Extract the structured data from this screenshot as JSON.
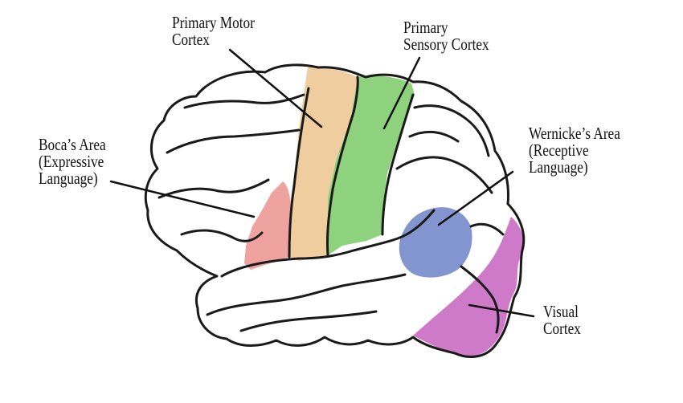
{
  "labels": {
    "motor": {
      "lines": [
        "Primary Motor",
        "Cortex"
      ]
    },
    "sensory": {
      "lines": [
        "Primary",
        "Sensory Cortex"
      ]
    },
    "broca": {
      "lines": [
        "Boca’s Area",
        "(Expressive",
        "Language)"
      ]
    },
    "wernicke": {
      "lines": [
        "Wernicke’s Area",
        "(Receptive",
        "Language)"
      ]
    },
    "visual": {
      "lines": [
        "Visual",
        "Cortex"
      ]
    }
  },
  "colors": {
    "motor": "#efcd9f",
    "sensory": "#8fd27e",
    "broca": "#eea3a0",
    "wernicke": "#8395cf",
    "visual": "#cf79c9",
    "outline": "#1a1a1a",
    "background": "#ffffff"
  }
}
